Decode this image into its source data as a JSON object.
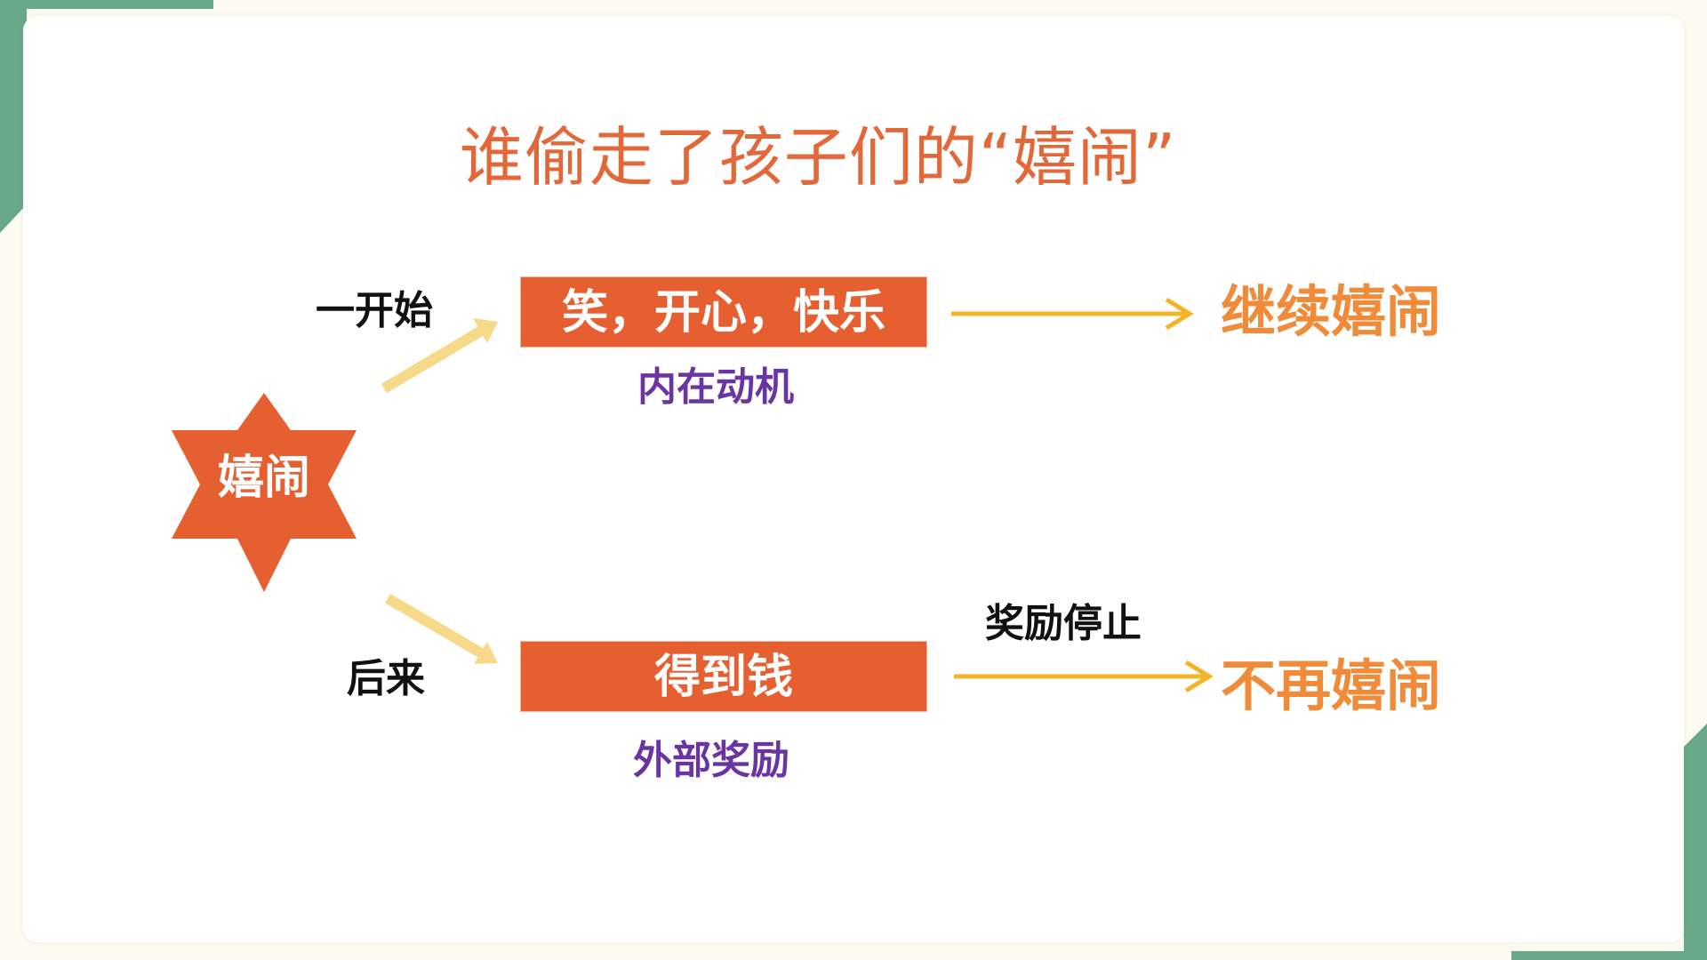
{
  "title": "谁偷走了孩子们的“嬉闹”",
  "center_node": "嬉闹",
  "top_branch": {
    "label": "一开始",
    "box_text": "笑，开心，快乐",
    "caption": "内在动机",
    "result": "继续嬉闹"
  },
  "bottom_branch": {
    "label": "后来",
    "box_text": "得到钱",
    "caption": "外部奖励",
    "arrow_label": "奖励停止",
    "result": "不再嬉闹"
  },
  "colors": {
    "accent_orange": "#e55f30",
    "title_orange": "#e2683a",
    "result_orange": "#f08b3a",
    "purple": "#6a35a3",
    "arrow_yellow": "#f5b428",
    "branch_arrow": "#f7d98a",
    "green_corner": "#6aa88a"
  }
}
